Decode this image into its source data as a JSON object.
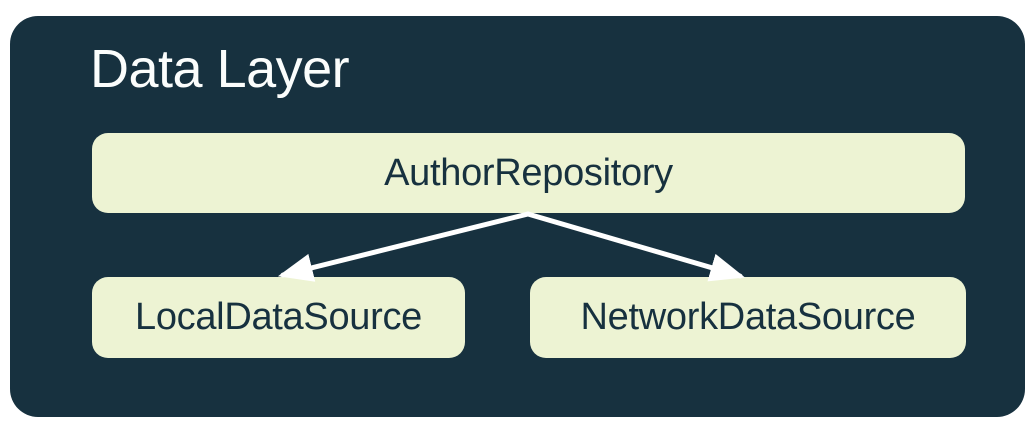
{
  "diagram": {
    "title": "Data Layer",
    "nodes": [
      {
        "id": "author-repository",
        "label": "AuthorRepository",
        "row": "top"
      },
      {
        "id": "local-data-source",
        "label": "LocalDataSource",
        "row": "bottom"
      },
      {
        "id": "network-data-source",
        "label": "NetworkDataSource",
        "row": "bottom"
      }
    ],
    "edges": [
      {
        "from": "AuthorRepository",
        "to": "LocalDataSource",
        "style": "solid-arrow"
      },
      {
        "from": "AuthorRepository",
        "to": "NetworkDataSource",
        "style": "solid-arrow"
      }
    ],
    "colors": {
      "page_background": "#FFFFFF",
      "container": "#17313F",
      "node_fill": "#EDF3D3",
      "node_text": "#17313F",
      "title_text": "#FBFDFC",
      "arrow": "#FFFFFF"
    }
  }
}
